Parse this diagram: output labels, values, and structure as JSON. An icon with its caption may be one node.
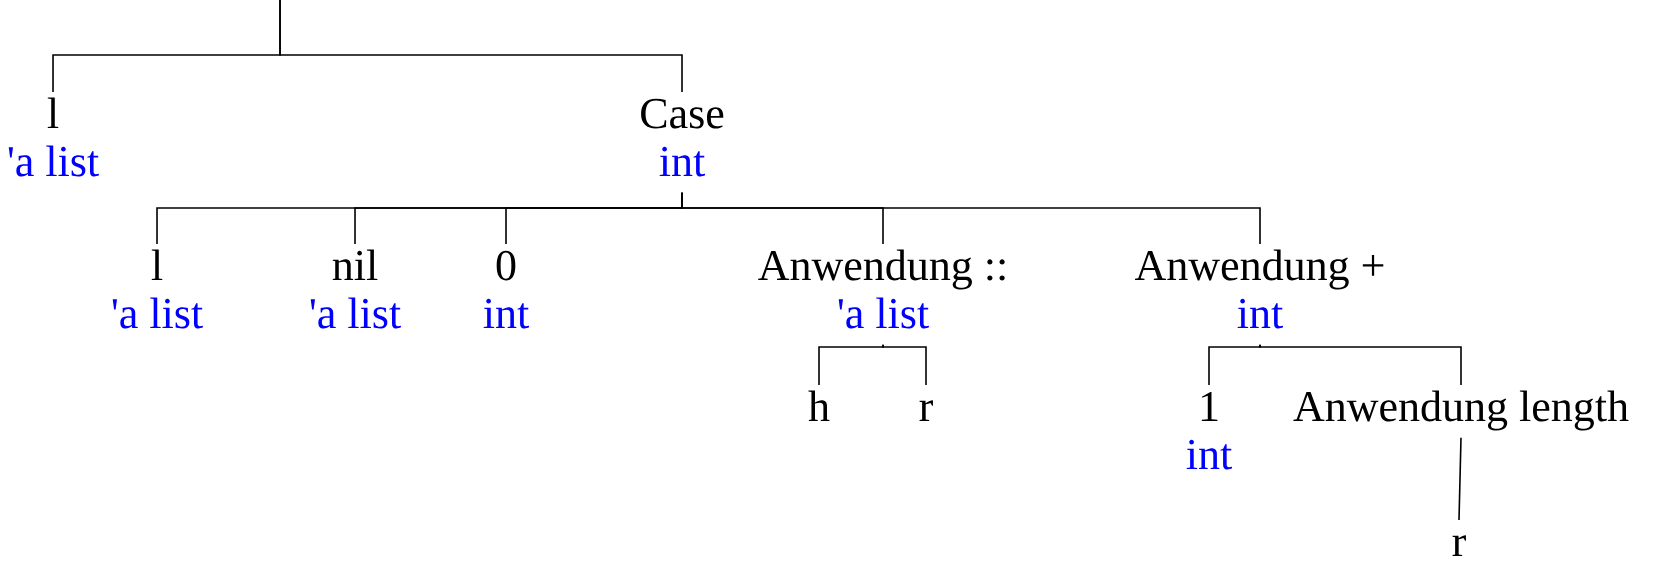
{
  "diagram": {
    "nodes": [
      {
        "text": [
          "l",
          "'a list"
        ]
      },
      {
        "text": [
          "Case",
          "int"
        ]
      },
      {
        "text": [
          "l",
          "'a list"
        ]
      },
      {
        "text": [
          "nil",
          "'a list"
        ]
      },
      {
        "text": [
          "0",
          "int"
        ]
      },
      {
        "text": [
          "Anwendung ::",
          "'a list"
        ]
      },
      {
        "text": [
          "Anwendung +",
          "int"
        ]
      },
      {
        "text": [
          "h"
        ]
      },
      {
        "text": [
          "r"
        ]
      },
      {
        "text": [
          "1",
          "int"
        ]
      },
      {
        "text": [
          "Anwendung length"
        ]
      },
      {
        "text": [
          "r"
        ]
      }
    ],
    "edges": [
      {
        "from": null,
        "to": 0,
        "arrow": "none"
      },
      {
        "from": null,
        "to": 1,
        "arrow": "none"
      },
      {
        "from": 1,
        "to": 2,
        "arrow": "none"
      },
      {
        "from": 1,
        "to": 3,
        "arrow": "none"
      },
      {
        "from": 1,
        "to": 4,
        "arrow": "none"
      },
      {
        "from": 1,
        "to": 5,
        "arrow": "none"
      },
      {
        "from": 1,
        "to": 6,
        "arrow": "none"
      },
      {
        "from": 5,
        "to": 7,
        "arrow": "none"
      },
      {
        "from": 5,
        "to": 8,
        "arrow": "none"
      },
      {
        "from": 6,
        "to": 9,
        "arrow": "none"
      },
      {
        "from": 6,
        "to": 10,
        "arrow": "none"
      },
      {
        "from": 10,
        "to": 11,
        "arrow": "none"
      }
    ]
  }
}
